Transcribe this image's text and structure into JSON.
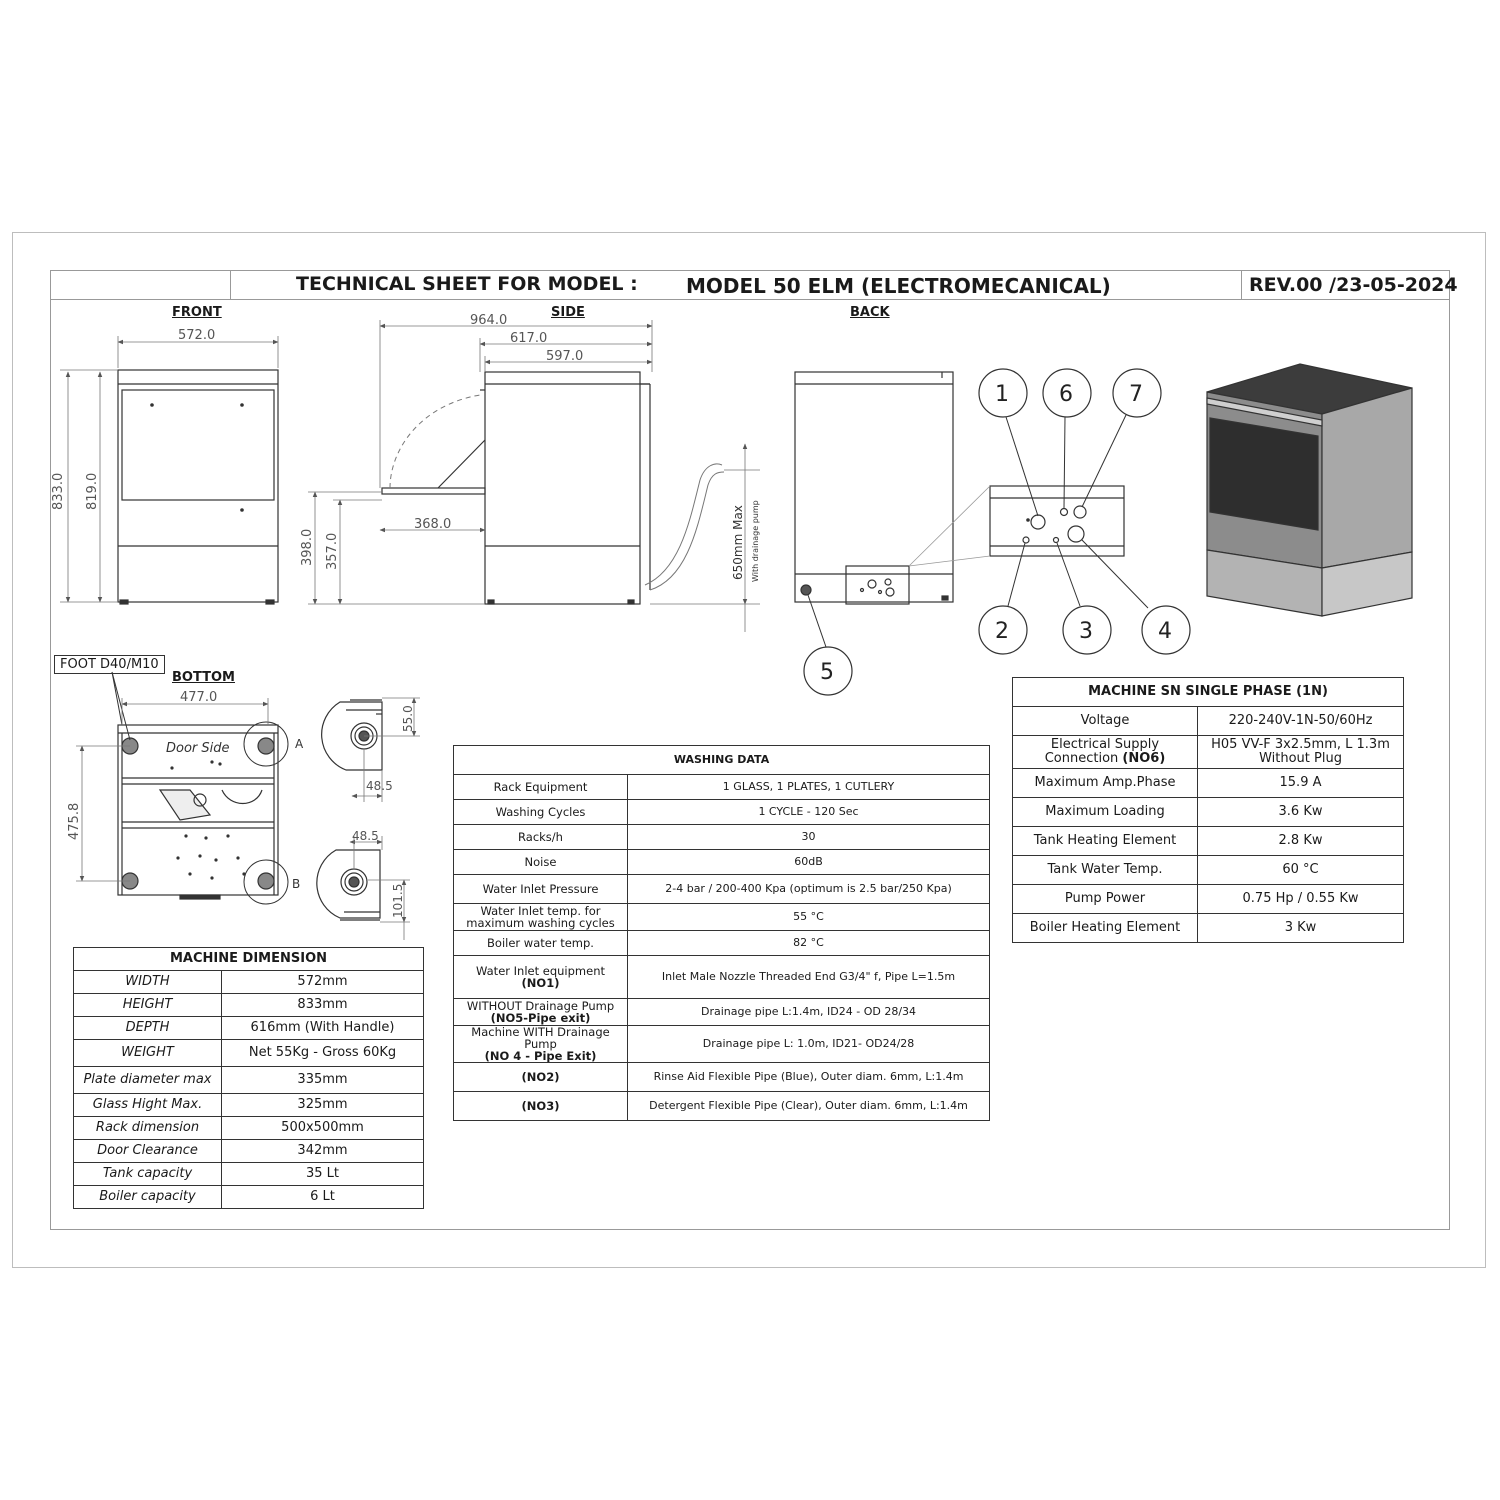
{
  "header": {
    "sheet_label": "TECHNICAL SHEET FOR MODEL :",
    "model": "MODEL 50 ELM (ELECTROMECANICAL)",
    "revision": "REV.00 /23-05-2024"
  },
  "views": {
    "front": "FRONT",
    "side": "SIDE",
    "back": "BACK",
    "bottom": "BOTTOM",
    "foot_label": "FOOT D40/M10",
    "door_side": "Door Side",
    "detail_a": "A",
    "detail_b": "B"
  },
  "dimensions": {
    "front_width": "572.0",
    "front_height": "833.0",
    "front_inner_height": "819.0",
    "side_total": "964.0",
    "side_617": "617.0",
    "side_597": "597.0",
    "side_door": "368.0",
    "side_398": "398.0",
    "side_357": "357.0",
    "drain_max": "650mm Max",
    "drain_note": "With drainage pump",
    "bottom_width": "477.0",
    "bottom_depth": "475.8",
    "detail_a_h": "55.0",
    "detail_a_w": "48.5",
    "detail_b_w": "48.5",
    "detail_b_h": "101.5"
  },
  "callouts": [
    "1",
    "6",
    "7",
    "2",
    "3",
    "4",
    "5"
  ],
  "machine_dimension": {
    "title": "MACHINE DIMENSION",
    "rows": [
      {
        "label": "WIDTH",
        "value": "572mm"
      },
      {
        "label": "HEIGHT",
        "value": "833mm"
      },
      {
        "label": "DEPTH",
        "value": "616mm (With Handle)"
      },
      {
        "label": "WEIGHT",
        "value": "Net 55Kg - Gross 60Kg"
      },
      {
        "label": "Plate diameter max",
        "value": "335mm"
      },
      {
        "label": "Glass Hight Max.",
        "value": "325mm"
      },
      {
        "label": "Rack dimension",
        "value": "500x500mm"
      },
      {
        "label": "Door Clearance",
        "value": "342mm"
      },
      {
        "label": "Tank capacity",
        "value": "35 Lt"
      },
      {
        "label": "Boiler capacity",
        "value": "6 Lt"
      }
    ]
  },
  "washing_data": {
    "title": "WASHING DATA",
    "rows": [
      {
        "label": "Rack Equipment",
        "code": "",
        "value": "1 GLASS, 1 PLATES, 1 CUTLERY"
      },
      {
        "label": "Washing Cycles",
        "code": "",
        "value": "1 CYCLE - 120 Sec"
      },
      {
        "label": "Racks/h",
        "code": "",
        "value": "30"
      },
      {
        "label": "Noise",
        "code": "",
        "value": "60dB"
      },
      {
        "label": "Water Inlet Pressure",
        "code": "",
        "value": "2-4 bar / 200-400 Kpa (optimum is 2.5 bar/250 Kpa)"
      },
      {
        "label": "Water Inlet temp. for maximum washing cycles",
        "code": "",
        "value": "55 °C"
      },
      {
        "label": "Boiler water temp.",
        "code": "",
        "value": "82 °C"
      },
      {
        "label": "Water Inlet equipment",
        "code": "(NO1)",
        "value": "Inlet Male Nozzle Threaded End G3/4\" f, Pipe L=1.5m"
      },
      {
        "label": "WITHOUT Drainage Pump",
        "code": "(NO5-Pipe exit)",
        "value": "Drainage pipe L:1.4m, ID24 - OD 28/34"
      },
      {
        "label": "Machine WITH Drainage Pump",
        "code": "(NO 4 - Pipe Exit)",
        "value": "Drainage pipe L: 1.0m, ID21- OD24/28"
      },
      {
        "label": "",
        "code": "(NO2)",
        "value": "Rinse Aid Flexible Pipe (Blue), Outer diam. 6mm, L:1.4m"
      },
      {
        "label": "",
        "code": "(NO3)",
        "value": "Detergent Flexible Pipe (Clear), Outer diam. 6mm, L:1.4m"
      }
    ]
  },
  "single_phase": {
    "title": "MACHINE SN SINGLE PHASE (1N)",
    "rows": [
      {
        "label": "Voltage",
        "code": "",
        "value": "220-240V-1N-50/60Hz",
        "value2": ""
      },
      {
        "label": "Electrical Supply Connection",
        "code": "(NO6)",
        "value": "H05 VV-F 3x2.5mm, L 1.3m",
        "value2": "Without Plug"
      },
      {
        "label": "Maximum Amp.Phase",
        "code": "",
        "value": "15.9 A",
        "value2": ""
      },
      {
        "label": "Maximum Loading",
        "code": "",
        "value": "3.6 Kw",
        "value2": ""
      },
      {
        "label": "Tank Heating Element",
        "code": "",
        "value": "2.8 Kw",
        "value2": ""
      },
      {
        "label": "Tank Water Temp.",
        "code": "",
        "value": "60 °C",
        "value2": ""
      },
      {
        "label": "Pump Power",
        "code": "",
        "value": "0.75 Hp / 0.55 Kw",
        "value2": ""
      },
      {
        "label": "Boiler Heating Element",
        "code": "",
        "value": "3 Kw",
        "value2": ""
      }
    ]
  }
}
